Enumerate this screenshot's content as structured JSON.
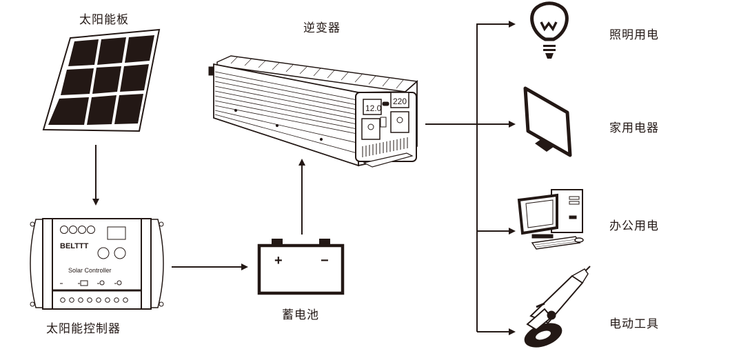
{
  "diagram": {
    "title": "Solar Power System",
    "colors": {
      "ink": "#231815",
      "background": "#ffffff"
    },
    "nodes": {
      "solar_panel": {
        "label": "太阳能板",
        "icon": "solar-panel-icon"
      },
      "controller": {
        "label": "太阳能控制器",
        "icon": "solar-controller-icon",
        "brand": "BELTTT",
        "device_text": "Solar Controller",
        "terminal_symbols": [
          "solar-panel",
          "battery",
          "load-lamp",
          "load-lamp"
        ]
      },
      "battery": {
        "label": "蓄电池",
        "icon": "battery-icon",
        "positive": "+",
        "negative": "−"
      },
      "inverter": {
        "label": "逆变器",
        "icon": "inverter-icon",
        "input_display": "12.0",
        "output_display": "220"
      },
      "loads": [
        {
          "label": "照明用电",
          "icon": "light-bulb-icon"
        },
        {
          "label": "家用电器",
          "icon": "tv-monitor-icon"
        },
        {
          "label": "办公用电",
          "icon": "desktop-computer-icon"
        },
        {
          "label": "电动工具",
          "icon": "angle-grinder-icon"
        }
      ]
    },
    "edges": [
      {
        "from": "solar_panel",
        "to": "controller"
      },
      {
        "from": "controller",
        "to": "battery"
      },
      {
        "from": "battery",
        "to": "inverter"
      },
      {
        "from": "inverter",
        "to": "loads"
      }
    ]
  }
}
